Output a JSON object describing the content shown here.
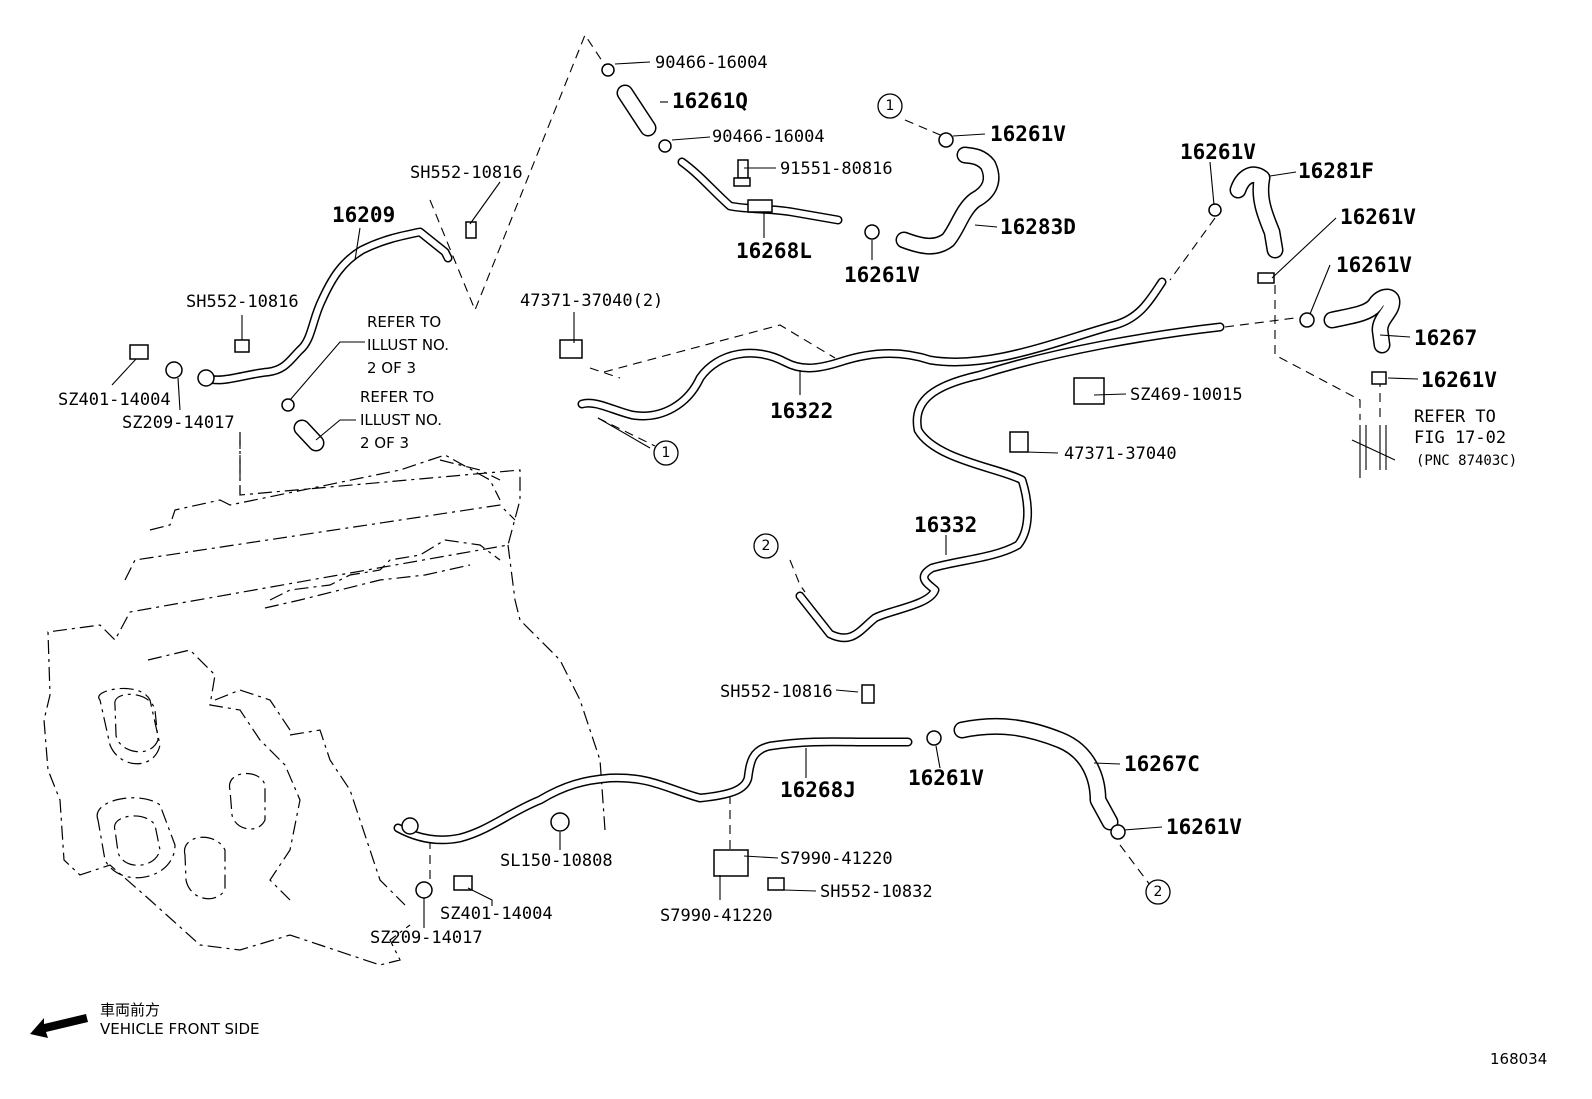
{
  "diagram_id": "168034",
  "direction": {
    "label_jp": "車両前方",
    "label_en": "VEHICLE FRONT SIDE"
  },
  "refer_notes": {
    "note_a": [
      "REFER TO",
      "ILLUST NO.",
      "2 OF 3"
    ],
    "note_b": [
      "REFER TO",
      "ILLUST NO.",
      "2 OF 3"
    ],
    "note_fig": [
      "REFER TO",
      "FIG 17-02",
      "(PNC 87403C)"
    ]
  },
  "markers": {
    "one": "1",
    "two": "2"
  },
  "labels": {
    "p90466_top": "90466-16004",
    "p16261Q": "16261Q",
    "p90466_mid": "90466-16004",
    "p91551": "91551-80816",
    "p16268L": "16268L",
    "p16261V_a": "16261V",
    "p16283D": "16283D",
    "p16261V_b": "16261V",
    "p16261V_c": "16261V",
    "p16281F": "16281F",
    "p16261V_d": "16261V",
    "p16261V_e": "16261V",
    "p16267": "16267",
    "p16261V_f": "16261V",
    "pSH552_top": "SH552-10816",
    "p16209": "16209",
    "pSH552_left": "SH552-10816",
    "pSZ401_left": "SZ401-14004",
    "pSZ209_left": "SZ209-14017",
    "p47371_2": "47371-37040(2)",
    "p16322": "16322",
    "pSZ469": "SZ469-10015",
    "p47371": "47371-37040",
    "p16332": "16332",
    "pSH552_mid": "SH552-10816",
    "p16268J": "16268J",
    "p16261V_g": "16261V",
    "p16267C": "16267C",
    "p16261V_h": "16261V",
    "pSL150": "SL150-10808",
    "pS7990_top": "S7990-41220",
    "pSH552_bot": "SH552-10832",
    "pS7990_bot": "S7990-41220",
    "pSZ401_bot": "SZ401-14004",
    "pSZ209_bot": "SZ209-14017"
  }
}
